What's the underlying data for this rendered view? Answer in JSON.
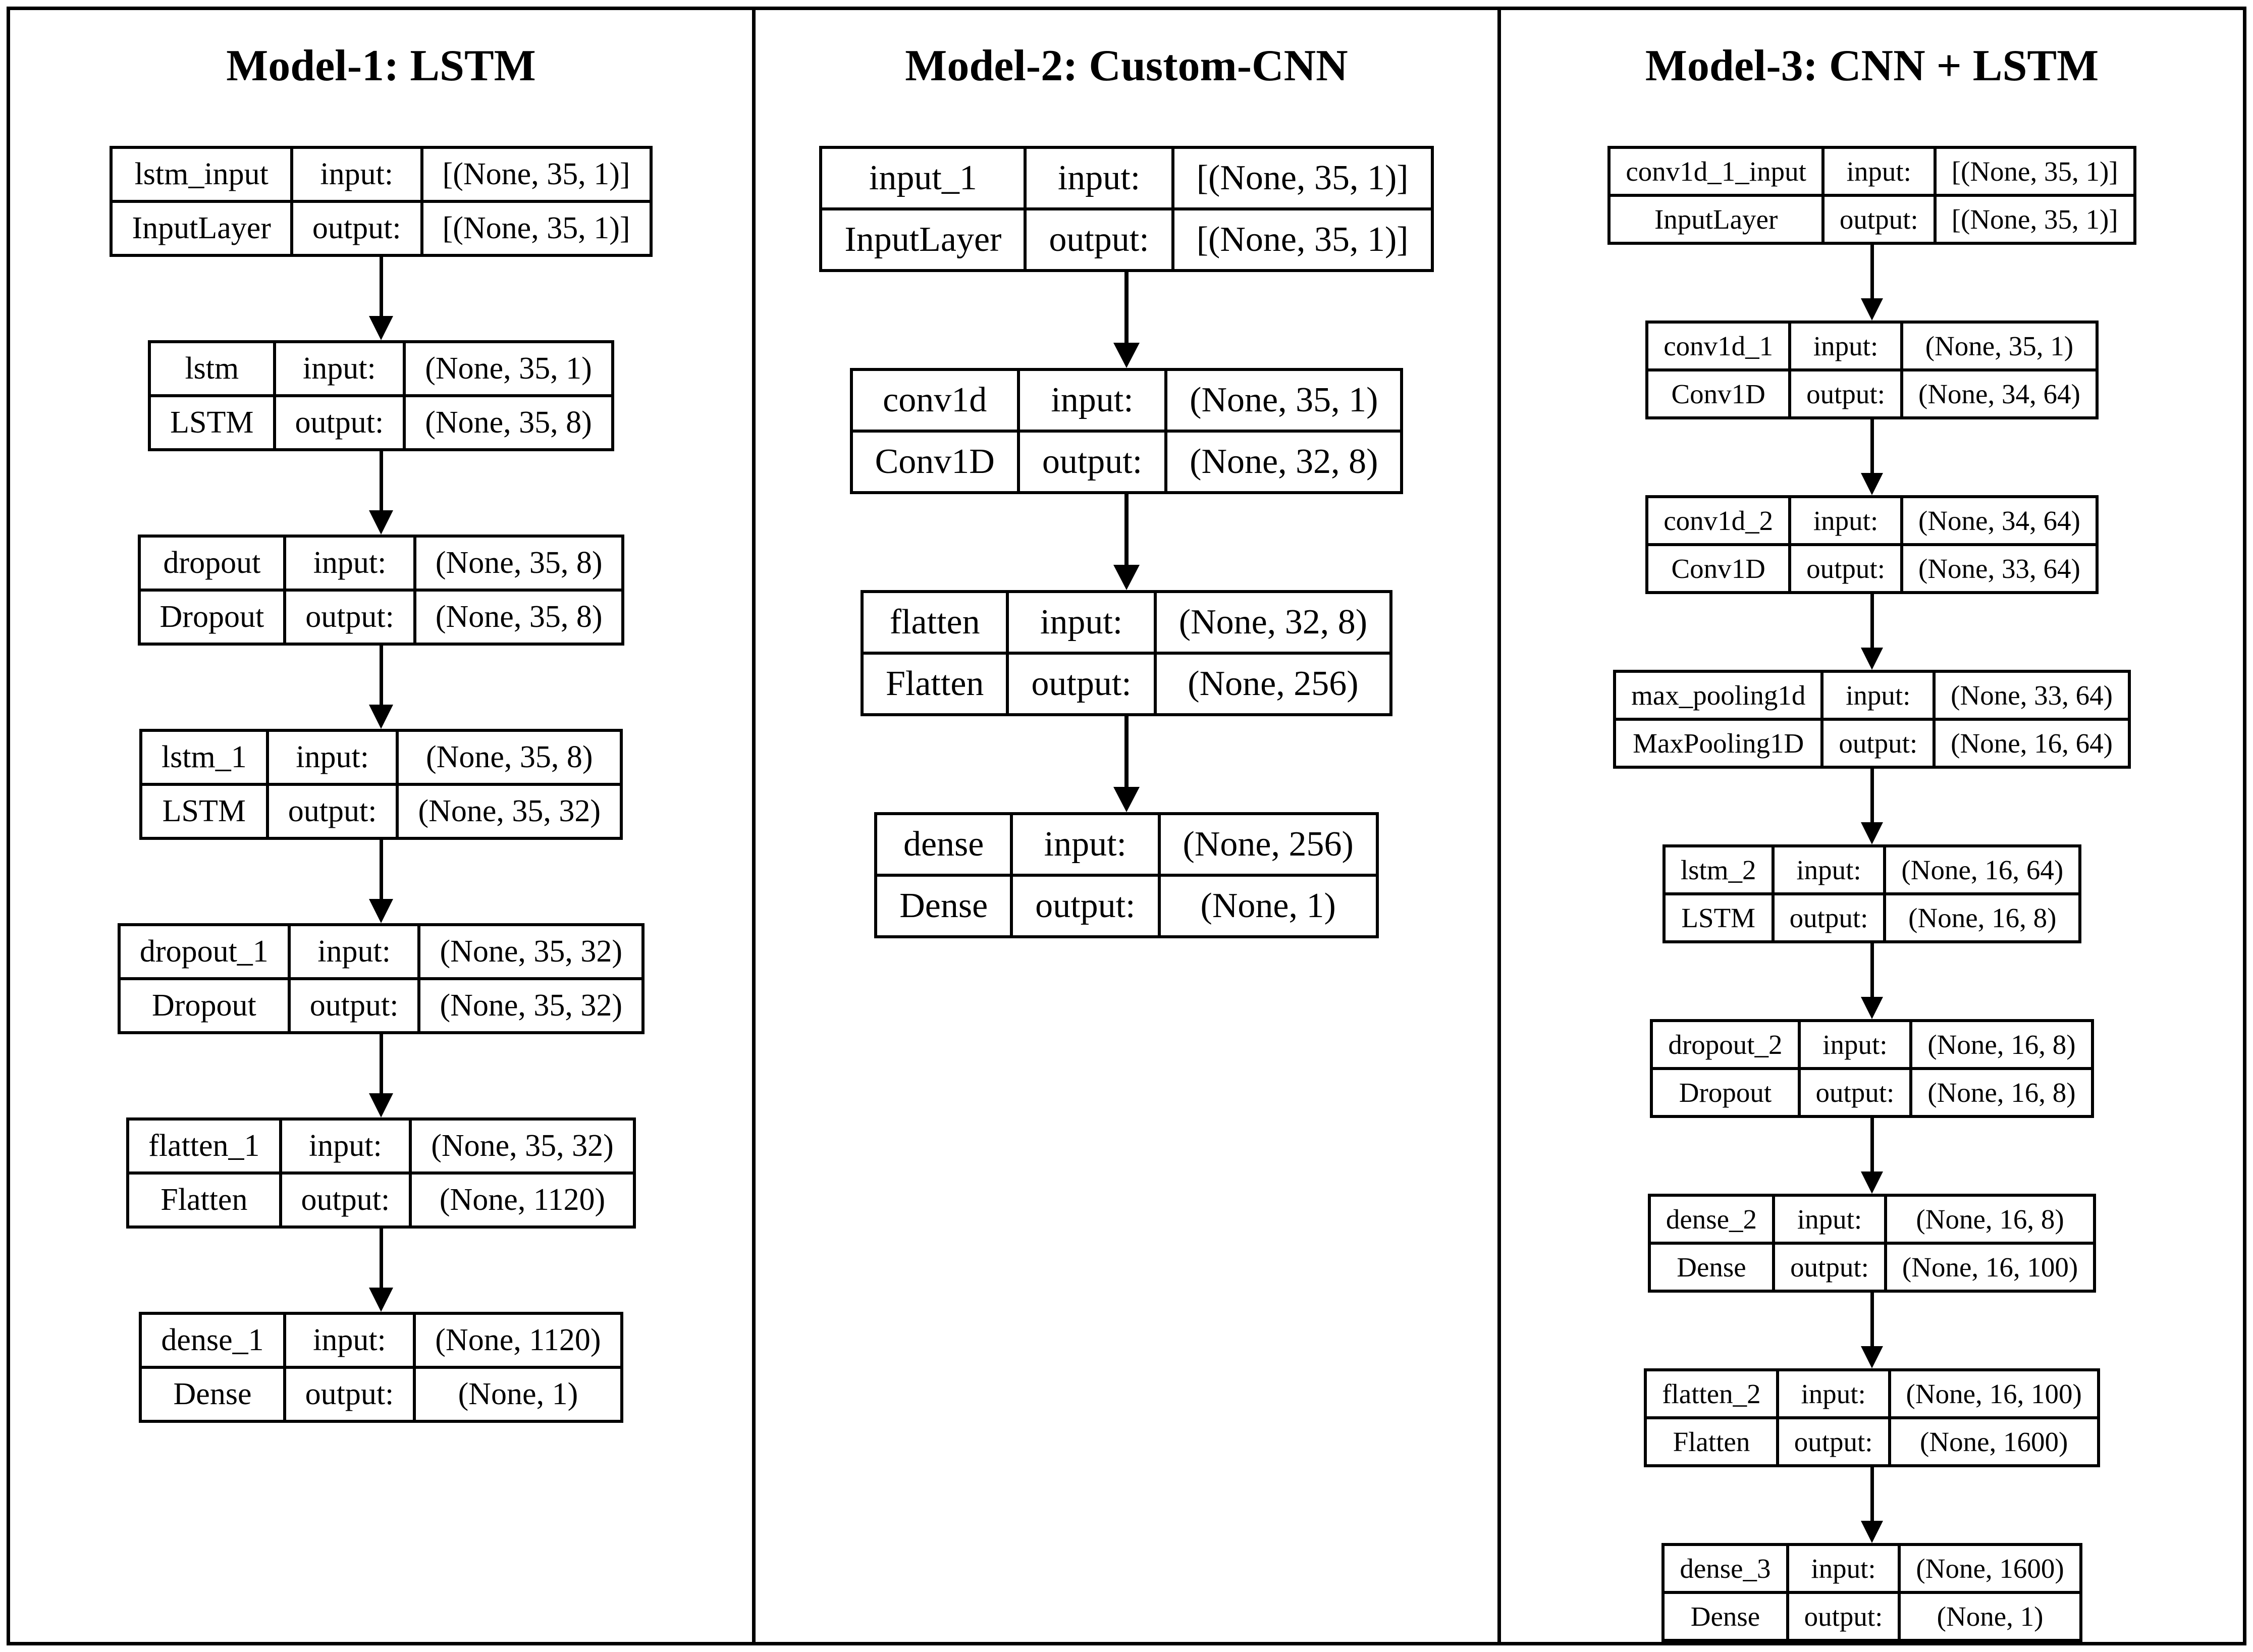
{
  "figure": {
    "background": "#ffffff",
    "line_color": "#000000",
    "io_labels": {
      "input": "input:",
      "output": "output:"
    },
    "models": [
      {
        "title": "Model-1: LSTM",
        "layers": [
          {
            "name": "lstm_input",
            "type": "InputLayer",
            "input_shape": "[(None, 35, 1)]",
            "output_shape": "[(None, 35, 1)]"
          },
          {
            "name": "lstm",
            "type": "LSTM",
            "input_shape": "(None, 35, 1)",
            "output_shape": "(None, 35, 8)"
          },
          {
            "name": "dropout",
            "type": "Dropout",
            "input_shape": "(None, 35, 8)",
            "output_shape": "(None, 35, 8)"
          },
          {
            "name": "lstm_1",
            "type": "LSTM",
            "input_shape": "(None, 35, 8)",
            "output_shape": "(None, 35, 32)"
          },
          {
            "name": "dropout_1",
            "type": "Dropout",
            "input_shape": "(None, 35, 32)",
            "output_shape": "(None, 35, 32)"
          },
          {
            "name": "flatten_1",
            "type": "Flatten",
            "input_shape": "(None, 35, 32)",
            "output_shape": "(None, 1120)"
          },
          {
            "name": "dense_1",
            "type": "Dense",
            "input_shape": "(None, 1120)",
            "output_shape": "(None, 1)"
          }
        ]
      },
      {
        "title": "Model-2: Custom-CNN",
        "layers": [
          {
            "name": "input_1",
            "type": "InputLayer",
            "input_shape": "[(None, 35, 1)]",
            "output_shape": "[(None, 35, 1)]"
          },
          {
            "name": "conv1d",
            "type": "Conv1D",
            "input_shape": "(None, 35, 1)",
            "output_shape": "(None, 32, 8)"
          },
          {
            "name": "flatten",
            "type": "Flatten",
            "input_shape": "(None, 32, 8)",
            "output_shape": "(None, 256)"
          },
          {
            "name": "dense",
            "type": "Dense",
            "input_shape": "(None, 256)",
            "output_shape": "(None, 1)"
          }
        ]
      },
      {
        "title": "Model-3: CNN + LSTM",
        "layers": [
          {
            "name": "conv1d_1_input",
            "type": "InputLayer",
            "input_shape": "[(None, 35, 1)]",
            "output_shape": "[(None, 35, 1)]"
          },
          {
            "name": "conv1d_1",
            "type": "Conv1D",
            "input_shape": "(None, 35, 1)",
            "output_shape": "(None, 34, 64)"
          },
          {
            "name": "conv1d_2",
            "type": "Conv1D",
            "input_shape": "(None, 34, 64)",
            "output_shape": "(None, 33, 64)"
          },
          {
            "name": "max_pooling1d",
            "type": "MaxPooling1D",
            "input_shape": "(None, 33, 64)",
            "output_shape": "(None, 16, 64)"
          },
          {
            "name": "lstm_2",
            "type": "LSTM",
            "input_shape": "(None, 16, 64)",
            "output_shape": "(None, 16, 8)"
          },
          {
            "name": "dropout_2",
            "type": "Dropout",
            "input_shape": "(None, 16, 8)",
            "output_shape": "(None, 16, 8)"
          },
          {
            "name": "dense_2",
            "type": "Dense",
            "input_shape": "(None, 16, 8)",
            "output_shape": "(None, 16, 100)"
          },
          {
            "name": "flatten_2",
            "type": "Flatten",
            "input_shape": "(None, 16, 100)",
            "output_shape": "(None, 1600)"
          },
          {
            "name": "dense_3",
            "type": "Dense",
            "input_shape": "(None, 1600)",
            "output_shape": "(None, 1)"
          }
        ]
      }
    ]
  }
}
